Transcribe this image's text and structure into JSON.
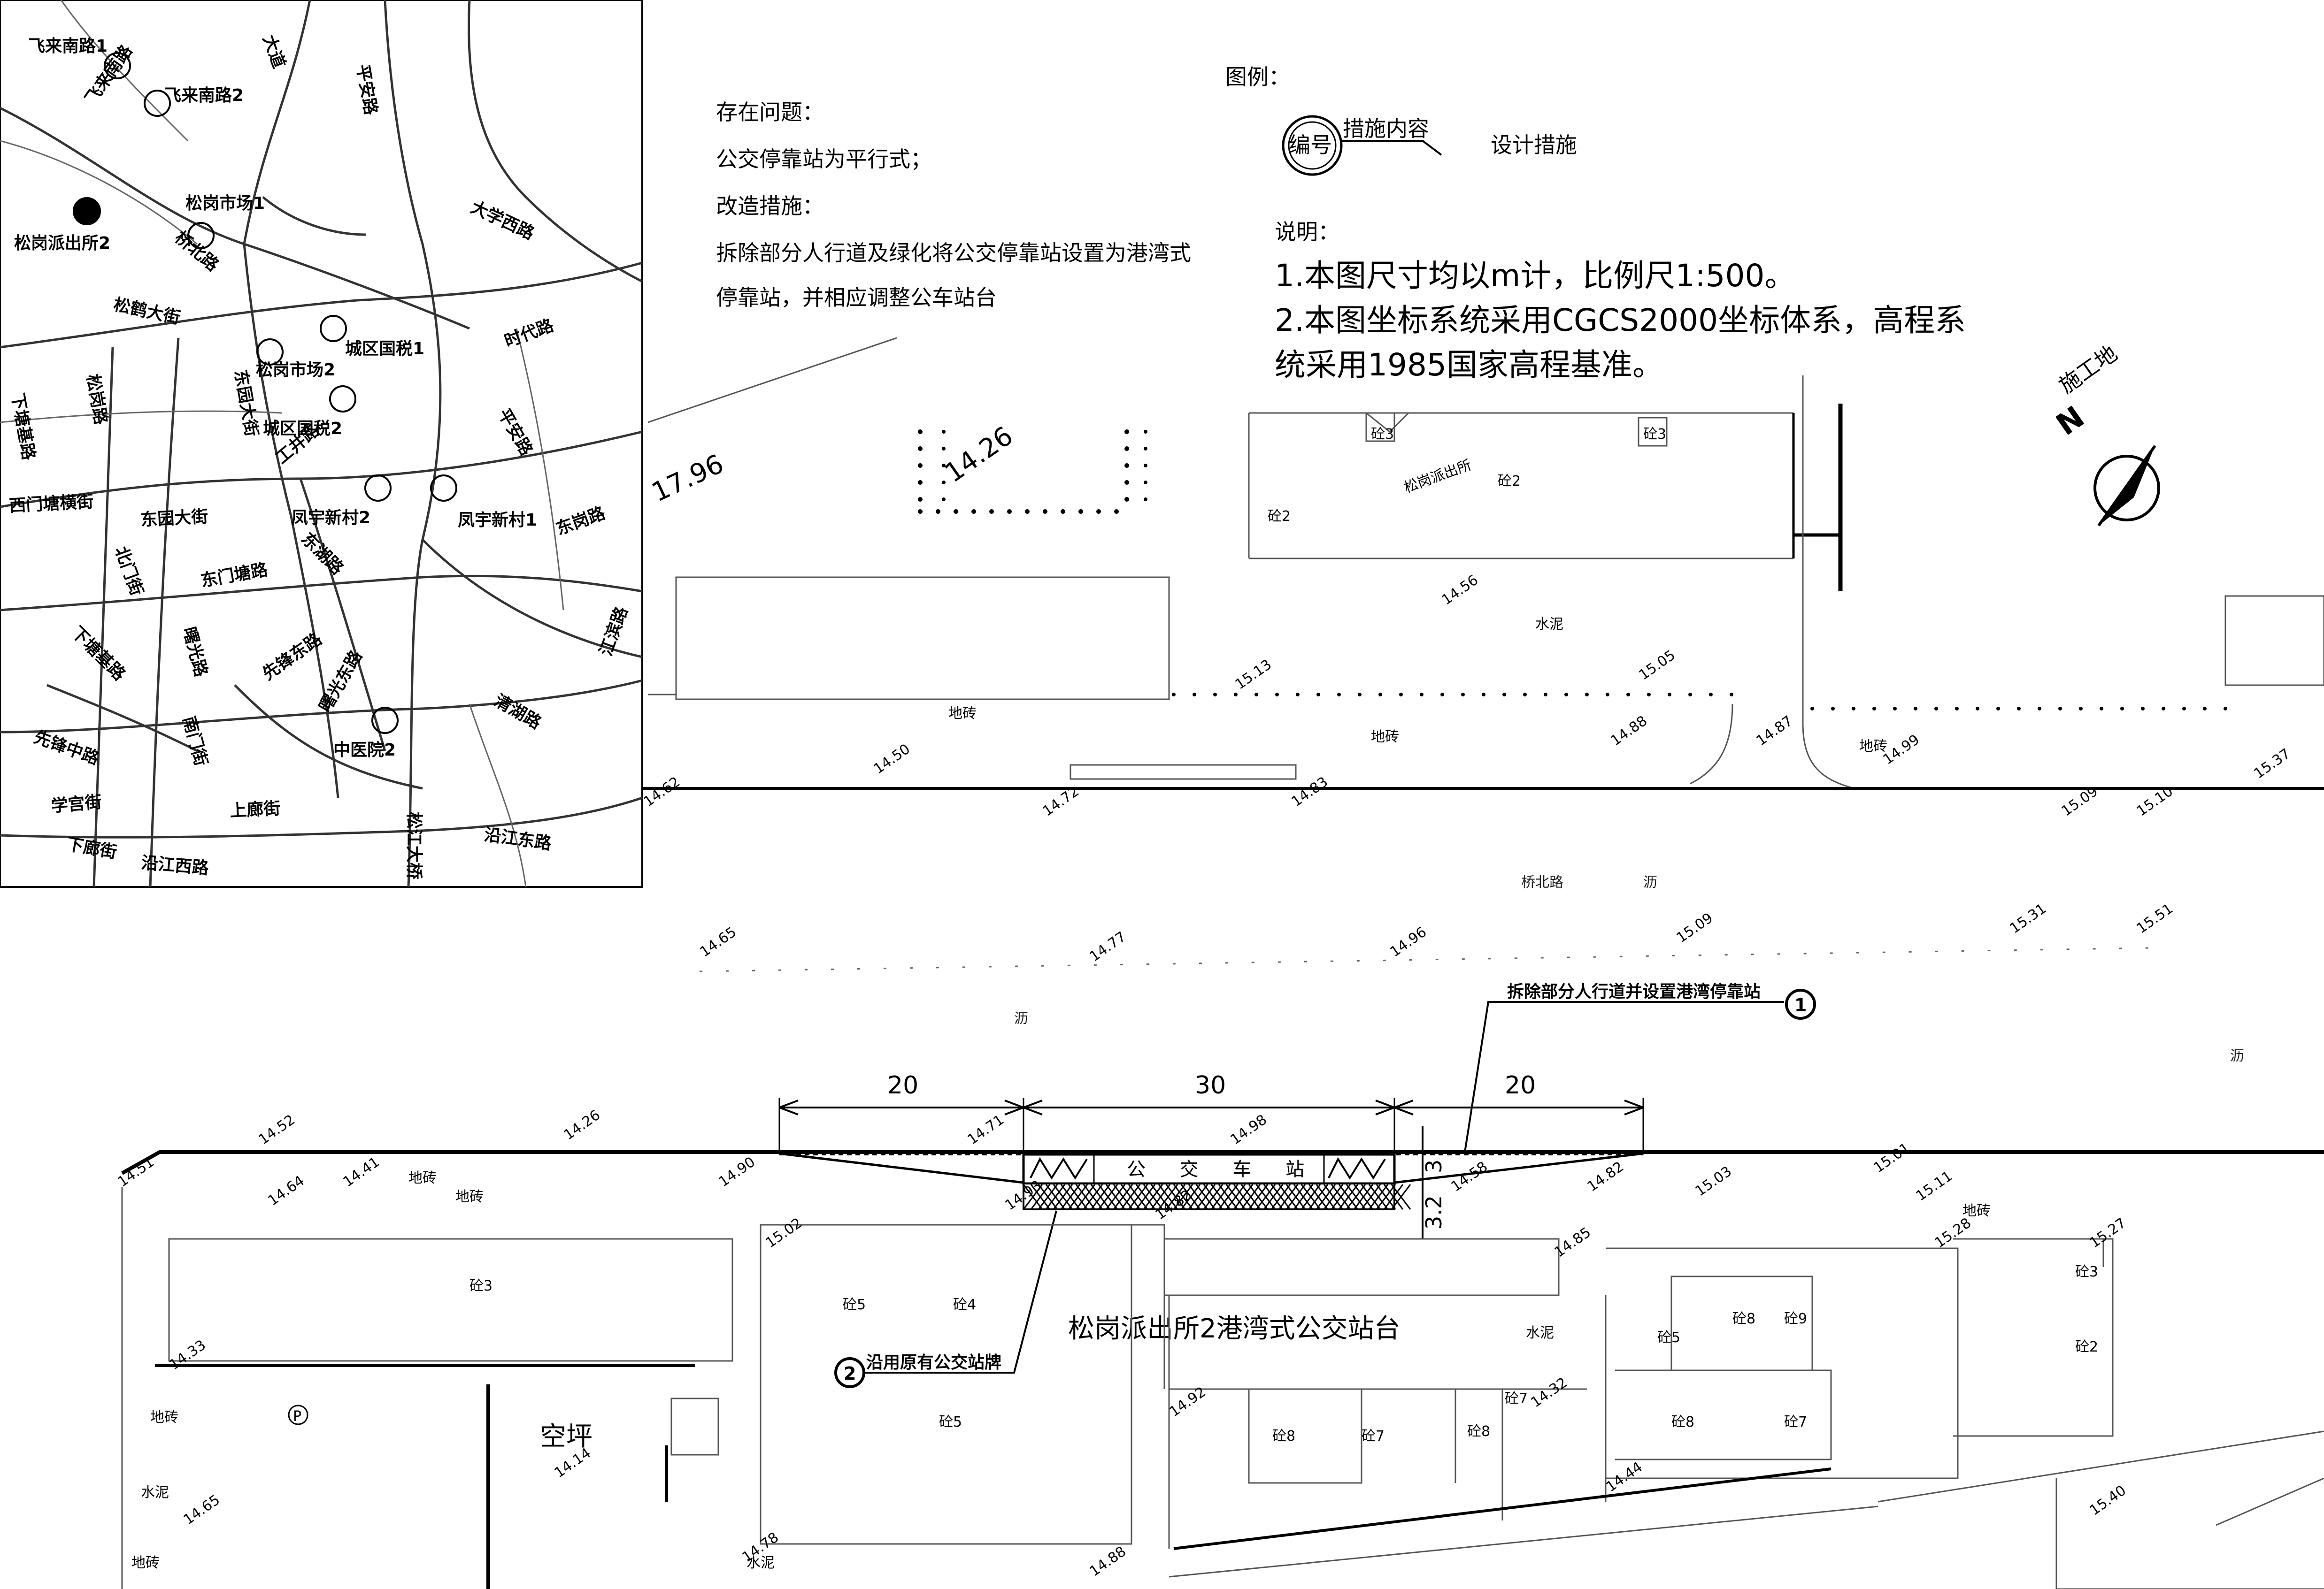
{
  "notes": {
    "problem_title": "存在问题：",
    "problem_text": "公交停靠站为平行式；",
    "measure_title": "改造措施：",
    "measure_text_1": "拆除部分人行道及绿化将公交停靠站设置为港湾式",
    "measure_text_2": "停靠站，并相应调整公车站台"
  },
  "legend": {
    "title": "图例：",
    "badge": "编号",
    "leader": "措施内容",
    "meaning": "设计措施"
  },
  "explanation": {
    "title": "说明：",
    "line1": "1.本图尺寸均以m计，比例尺1:500。",
    "line2": "2.本图坐标系统采用CGCS2000坐标体系，高程系",
    "line3": "统采用1985国家高程基准。"
  },
  "north_label": "施工地",
  "north_letter": "N",
  "dimensions": {
    "left": "20",
    "middle": "30",
    "right": "20",
    "offset_upper": "3",
    "offset_lower": "3.2"
  },
  "callouts": {
    "c1_text": "拆除部分人行道并设置港湾停靠站",
    "c1_num": "1",
    "c2_text": "沿用原有公交站牌",
    "c2_num": "2"
  },
  "station_title": "松岗派出所2港湾式公交站台",
  "platform_text": "公 交 车 站",
  "road_name": "桥北路",
  "area_label": "空坪",
  "parking_symbol": "P",
  "building_labels": {
    "police": "松岗派出所",
    "b1": "砼2",
    "b2": "砼3",
    "b3": "砼3",
    "b4": "砼2",
    "b5": "砼3",
    "b6": "砼5",
    "b7": "砼4",
    "b8": "砼5",
    "b9": "砼8",
    "b10": "砼7",
    "b11": "砼8",
    "b12": "砼7",
    "b13": "砼5",
    "b14": "砼8",
    "b15": "砼9",
    "b16": "砼8",
    "b17": "砼7",
    "b18": "砼2",
    "b19": "砼3"
  },
  "surface_labels": {
    "cement": "水泥",
    "brick": "地砖",
    "road": "沥"
  },
  "elevations": [
    "17.96",
    "14.26",
    "14.56",
    "15.13",
    "15.05",
    "14.88",
    "14.87",
    "14.99",
    "14.50",
    "14.62",
    "14.72",
    "14.83",
    "15.09",
    "15.10",
    "15.37",
    "14.65",
    "14.77",
    "14.96",
    "15.09",
    "15.31",
    "15.51",
    "14.52",
    "14.26",
    "14.71",
    "14.98",
    "14.51",
    "14.64",
    "14.41",
    "14.90",
    "14.93",
    "14.82",
    "14.58",
    "14.82",
    "15.03",
    "15.01",
    "15.11",
    "15.02",
    "14.85",
    "15.28",
    "15.27",
    "14.33",
    "14.92",
    "14.32",
    "14.14",
    "14.65",
    "14.44",
    "14.78",
    "14.88",
    "15.40"
  ],
  "inset_map": {
    "points": [
      {
        "name": "飞来南路1",
        "filled": false
      },
      {
        "name": "飞来南路2",
        "filled": false
      },
      {
        "name": "松岗市场1",
        "filled": false
      },
      {
        "name": "松岗派出所2",
        "filled": true
      },
      {
        "name": "城区国税1",
        "filled": false
      },
      {
        "name": "松岗市场2",
        "filled": false
      },
      {
        "name": "城区国税2",
        "filled": false
      },
      {
        "name": "凤宇新村1",
        "filled": false
      },
      {
        "name": "凤宇新村2",
        "filled": false
      },
      {
        "name": "中医院2",
        "filled": false
      }
    ],
    "streets": [
      "飞来南路",
      "大道",
      "平安路",
      "大学西路",
      "桥北路",
      "松鹤大街",
      "时代路",
      "松岗路",
      "东园大街",
      "下塘基路",
      "西门塘横街",
      "东园大街",
      "工井路",
      "平安路",
      "东岗路",
      "北门街",
      "东门塘路",
      "东湖路",
      "下塘基路",
      "曙光路",
      "先锋东路",
      "曙光东路",
      "清湖路",
      "南门街",
      "先锋中路",
      "学宫街",
      "上廊街",
      "下廊街",
      "沿江西路",
      "沿江东路",
      "松江大桥",
      "江滨路"
    ]
  }
}
